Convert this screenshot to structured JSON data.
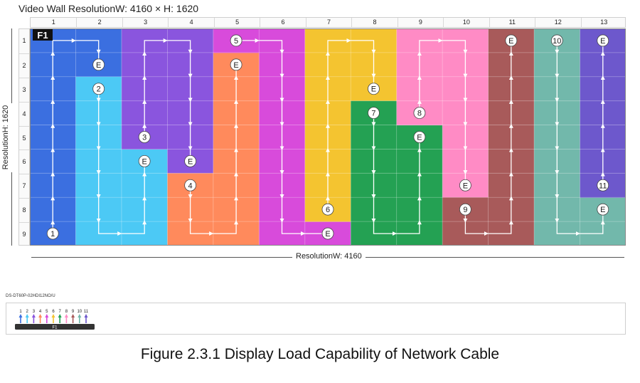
{
  "title": "Video Wall ResolutionW: 4160 × H: 1620",
  "resolution_h_label": "ResolutionH: 1620",
  "resolution_w_label": "ResolutionW: 4160",
  "columns": [
    "1",
    "2",
    "3",
    "4",
    "5",
    "6",
    "7",
    "8",
    "9",
    "10",
    "11",
    "12",
    "13"
  ],
  "rows": [
    "1",
    "2",
    "3",
    "4",
    "5",
    "6",
    "7",
    "8",
    "9"
  ],
  "first_port_label": "F1",
  "end_label": "E",
  "colors": {
    "p1": "#3b6fe0",
    "p2": "#4cc9f5",
    "p3": "#8a55de",
    "p4": "#ff8a5c",
    "p5": "#d84bdb",
    "p6": "#f4c430",
    "p7": "#24a153",
    "p8": "#ff8bc5",
    "p9": "#a85a5a",
    "p10": "#72b8ab",
    "p11": "#6d58cc"
  },
  "ports": [
    {
      "id": "p1",
      "number": "1",
      "cells": [
        [
          1,
          1
        ],
        [
          2,
          1
        ],
        [
          3,
          1
        ],
        [
          4,
          1
        ],
        [
          5,
          1
        ],
        [
          6,
          1
        ],
        [
          7,
          1
        ],
        [
          8,
          1
        ],
        [
          9,
          1
        ],
        [
          1,
          2
        ],
        [
          2,
          2
        ]
      ],
      "start": [
        9,
        1
      ],
      "end": [
        2,
        2
      ],
      "path": [
        [
          9,
          1
        ],
        [
          1,
          1
        ],
        [
          1,
          2
        ],
        [
          2,
          2
        ]
      ]
    },
    {
      "id": "p2",
      "number": "2",
      "cells": [
        [
          3,
          2
        ],
        [
          4,
          2
        ],
        [
          5,
          2
        ],
        [
          6,
          2
        ],
        [
          7,
          2
        ],
        [
          8,
          2
        ],
        [
          9,
          2
        ],
        [
          9,
          3
        ],
        [
          8,
          3
        ],
        [
          7,
          3
        ],
        [
          6,
          3
        ]
      ],
      "start": [
        3,
        2
      ],
      "end": [
        6,
        3
      ],
      "path": [
        [
          3,
          2
        ],
        [
          9,
          2
        ],
        [
          9,
          3
        ],
        [
          6,
          3
        ]
      ]
    },
    {
      "id": "p3",
      "number": "3",
      "cells": [
        [
          1,
          3
        ],
        [
          2,
          3
        ],
        [
          3,
          3
        ],
        [
          4,
          3
        ],
        [
          5,
          3
        ],
        [
          1,
          4
        ],
        [
          2,
          4
        ],
        [
          3,
          4
        ],
        [
          4,
          4
        ],
        [
          5,
          4
        ],
        [
          6,
          4
        ]
      ],
      "start": [
        5,
        3
      ],
      "end": [
        6,
        4
      ],
      "path": [
        [
          5,
          3
        ],
        [
          1,
          3
        ],
        [
          1,
          4
        ],
        [
          6,
          4
        ]
      ]
    },
    {
      "id": "p4",
      "number": "4",
      "cells": [
        [
          7,
          4
        ],
        [
          8,
          4
        ],
        [
          9,
          4
        ],
        [
          9,
          5
        ],
        [
          8,
          5
        ],
        [
          7,
          5
        ],
        [
          6,
          5
        ],
        [
          5,
          5
        ],
        [
          4,
          5
        ],
        [
          3,
          5
        ],
        [
          2,
          5
        ]
      ],
      "start": [
        7,
        4
      ],
      "end": [
        2,
        5
      ],
      "path": [
        [
          7,
          4
        ],
        [
          9,
          4
        ],
        [
          9,
          5
        ],
        [
          2,
          5
        ]
      ]
    },
    {
      "id": "p5",
      "number": "5",
      "cells": [
        [
          1,
          5
        ],
        [
          1,
          6
        ],
        [
          2,
          6
        ],
        [
          3,
          6
        ],
        [
          4,
          6
        ],
        [
          5,
          6
        ],
        [
          6,
          6
        ],
        [
          7,
          6
        ],
        [
          8,
          6
        ],
        [
          9,
          6
        ],
        [
          9,
          7
        ]
      ],
      "start": [
        1,
        5
      ],
      "end": [
        9,
        7
      ],
      "path": [
        [
          1,
          5
        ],
        [
          1,
          6
        ],
        [
          9,
          6
        ],
        [
          9,
          7
        ]
      ]
    },
    {
      "id": "p6",
      "number": "6",
      "cells": [
        [
          8,
          7
        ],
        [
          7,
          7
        ],
        [
          6,
          7
        ],
        [
          5,
          7
        ],
        [
          4,
          7
        ],
        [
          3,
          7
        ],
        [
          2,
          7
        ],
        [
          1,
          7
        ],
        [
          1,
          8
        ],
        [
          2,
          8
        ],
        [
          3,
          8
        ]
      ],
      "start": [
        8,
        7
      ],
      "end": [
        3,
        8
      ],
      "path": [
        [
          8,
          7
        ],
        [
          1,
          7
        ],
        [
          1,
          8
        ],
        [
          3,
          8
        ]
      ]
    },
    {
      "id": "p7",
      "number": "7",
      "cells": [
        [
          4,
          8
        ],
        [
          5,
          8
        ],
        [
          6,
          8
        ],
        [
          7,
          8
        ],
        [
          8,
          8
        ],
        [
          9,
          8
        ],
        [
          9,
          9
        ],
        [
          8,
          9
        ],
        [
          7,
          9
        ],
        [
          6,
          9
        ],
        [
          5,
          9
        ]
      ],
      "start": [
        4,
        8
      ],
      "end": [
        5,
        9
      ],
      "path": [
        [
          4,
          8
        ],
        [
          9,
          8
        ],
        [
          9,
          9
        ],
        [
          5,
          9
        ]
      ]
    },
    {
      "id": "p8",
      "number": "8",
      "cells": [
        [
          4,
          9
        ],
        [
          3,
          9
        ],
        [
          2,
          9
        ],
        [
          1,
          9
        ],
        [
          1,
          10
        ],
        [
          2,
          10
        ],
        [
          3,
          10
        ],
        [
          4,
          10
        ],
        [
          5,
          10
        ],
        [
          6,
          10
        ],
        [
          7,
          10
        ]
      ],
      "start": [
        4,
        9
      ],
      "end": [
        7,
        10
      ],
      "path": [
        [
          4,
          9
        ],
        [
          1,
          9
        ],
        [
          1,
          10
        ],
        [
          7,
          10
        ]
      ]
    },
    {
      "id": "p9",
      "number": "9",
      "cells": [
        [
          8,
          10
        ],
        [
          9,
          10
        ],
        [
          9,
          11
        ],
        [
          8,
          11
        ],
        [
          7,
          11
        ],
        [
          6,
          11
        ],
        [
          5,
          11
        ],
        [
          4,
          11
        ],
        [
          3,
          11
        ],
        [
          2,
          11
        ],
        [
          1,
          11
        ]
      ],
      "start": [
        8,
        10
      ],
      "end": [
        1,
        11
      ],
      "path": [
        [
          8,
          10
        ],
        [
          9,
          10
        ],
        [
          9,
          11
        ],
        [
          1,
          11
        ]
      ]
    },
    {
      "id": "p10",
      "number": "10",
      "cells": [
        [
          1,
          12
        ],
        [
          2,
          12
        ],
        [
          3,
          12
        ],
        [
          4,
          12
        ],
        [
          5,
          12
        ],
        [
          6,
          12
        ],
        [
          7,
          12
        ],
        [
          8,
          12
        ],
        [
          9,
          12
        ],
        [
          9,
          13
        ],
        [
          8,
          13
        ]
      ],
      "start": [
        1,
        12
      ],
      "end": [
        8,
        13
      ],
      "path": [
        [
          1,
          12
        ],
        [
          9,
          12
        ],
        [
          9,
          13
        ],
        [
          8,
          13
        ]
      ]
    },
    {
      "id": "p11",
      "number": "11",
      "cells": [
        [
          7,
          13
        ],
        [
          6,
          13
        ],
        [
          5,
          13
        ],
        [
          4,
          13
        ],
        [
          3,
          13
        ],
        [
          2,
          13
        ],
        [
          1,
          13
        ]
      ],
      "start": [
        7,
        13
      ],
      "end": [
        1,
        13
      ],
      "path": [
        [
          7,
          13
        ],
        [
          1,
          13
        ]
      ]
    }
  ],
  "device": {
    "model": "DS-DT60P-02HDI12NO/U",
    "port_numbers": [
      "1",
      "2",
      "3",
      "4",
      "5",
      "6",
      "7",
      "8",
      "9",
      "10",
      "11"
    ],
    "port_label": "F1"
  },
  "caption": "Figure 2.3.1 Display Load Capability of Network Cable"
}
